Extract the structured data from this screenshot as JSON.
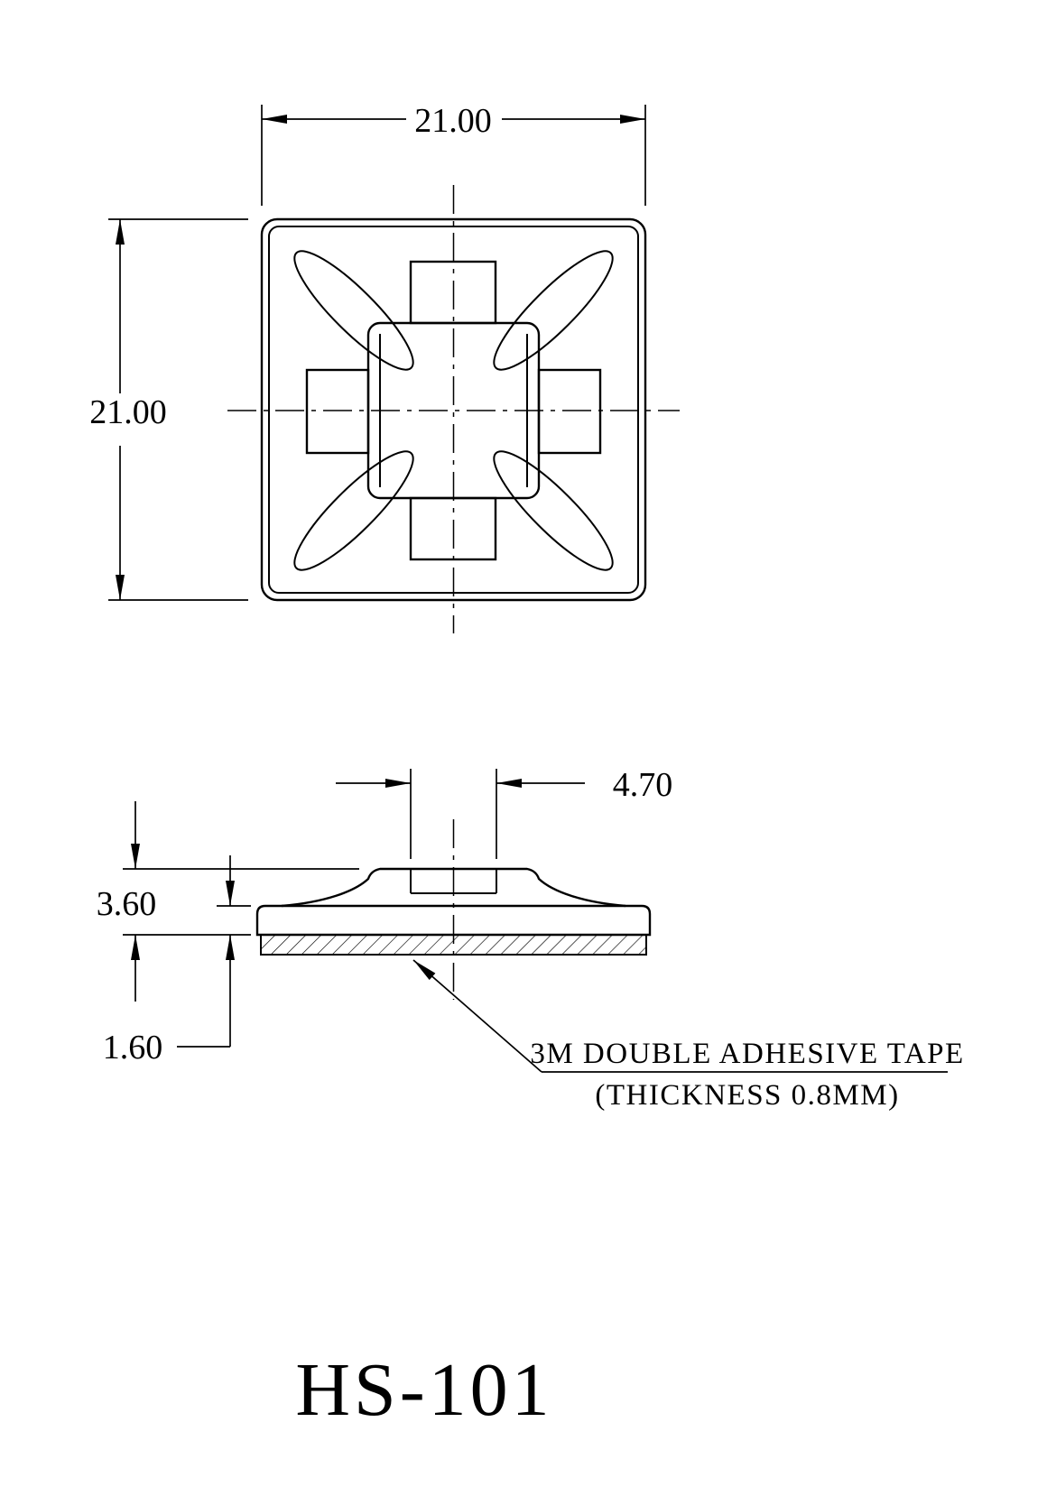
{
  "document": {
    "title": "HS-101"
  },
  "top_view": {
    "width_dim": "21.00",
    "height_dim": "21.00"
  },
  "side_view": {
    "slot_width_dim": "4.70",
    "total_height_dim": "3.60",
    "base_height_dim": "1.60",
    "note_line1": "3M DOUBLE ADHESIVE TAPE",
    "note_line2": "(THICKNESS 0.8MM)"
  },
  "colors": {
    "line": "#000000",
    "background": "#ffffff"
  }
}
